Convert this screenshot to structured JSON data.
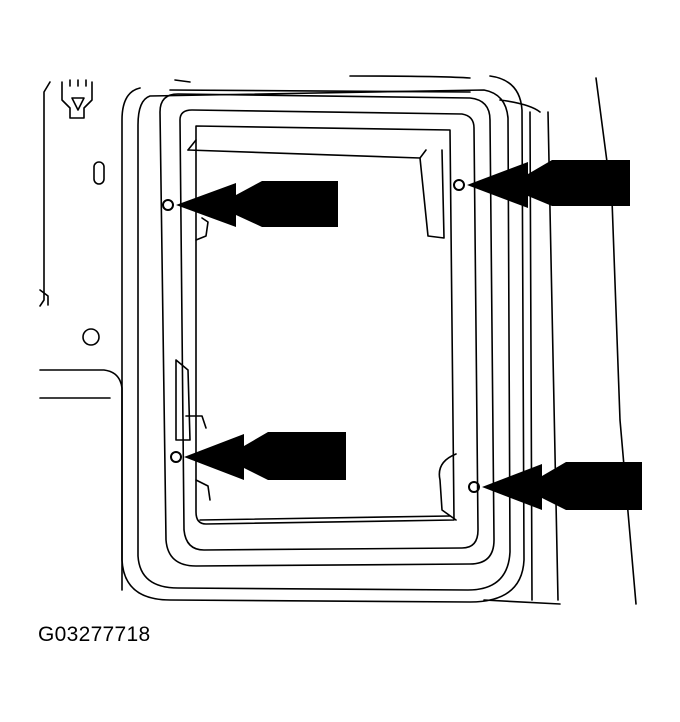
{
  "figure": {
    "caption_code": "G03277718",
    "arrow_count": 4,
    "fastener_count": 4,
    "line_color": "#000000",
    "background_color": "#ffffff"
  }
}
